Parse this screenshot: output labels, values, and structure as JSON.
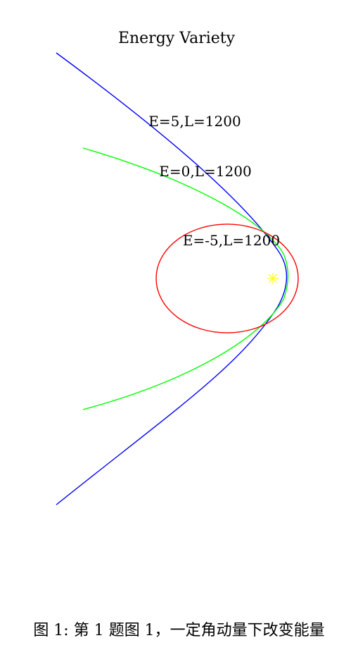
{
  "chart_data": {
    "type": "line",
    "title": "Energy Variety",
    "xlabel": "",
    "ylabel": "",
    "axes_visible": false,
    "grid": false,
    "legend": "none",
    "star": {
      "symbol": "✳",
      "color": "#ffff00"
    },
    "series": [
      {
        "name": "E=5,L=1200",
        "color": "#0000ff",
        "kind": "hyperbola"
      },
      {
        "name": "E=0,L=1200",
        "color": "#00ff00",
        "kind": "parabola"
      },
      {
        "name": "E=-5,L=1200",
        "color": "#ff0000",
        "kind": "ellipse"
      }
    ]
  },
  "caption": "图 1: 第 1 题图 1，一定角动量下改变能量"
}
